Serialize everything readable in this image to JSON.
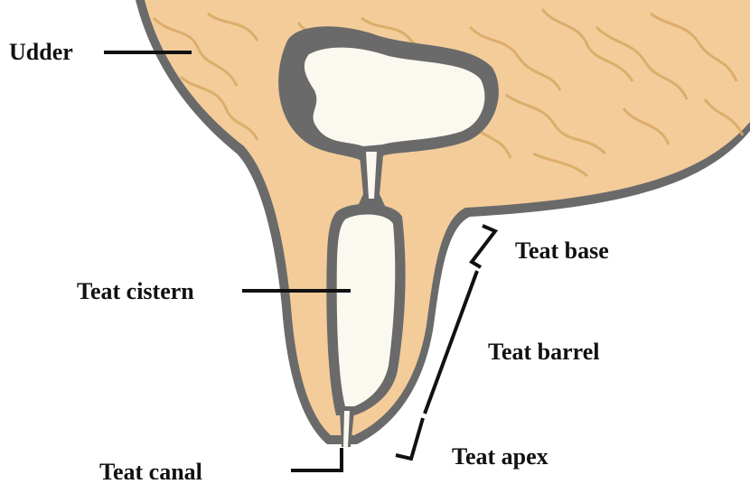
{
  "labels": {
    "udder": "Udder",
    "teat_cistern": "Teat cistern",
    "teat_canal": "Teat canal",
    "teat_base": "Teat base",
    "teat_barrel": "Teat barrel",
    "teat_apex": "Teat apex"
  },
  "colors": {
    "tissue": "#f3cc9a",
    "tissue_veins": "#d9a863",
    "outline": "#6a6a6a",
    "lumen": "#fbf8ef",
    "leader": "#111111"
  }
}
